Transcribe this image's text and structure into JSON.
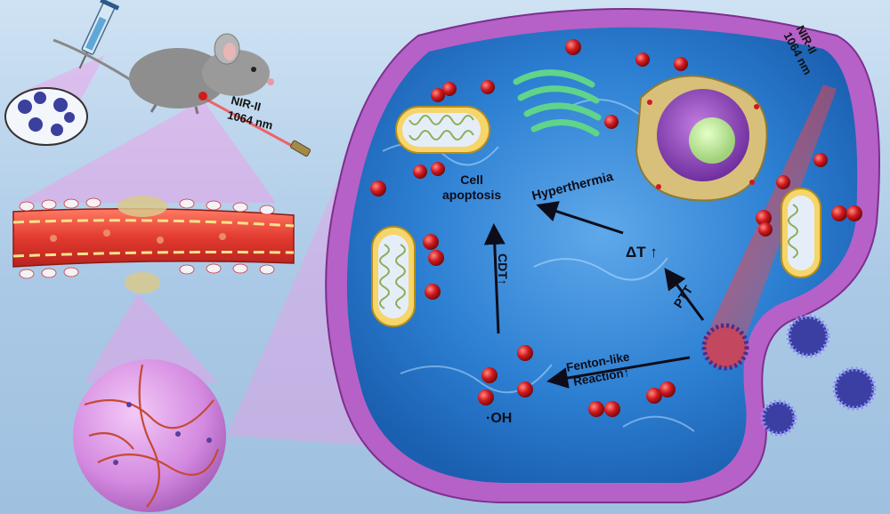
{
  "labels": {
    "mouse_nir_line1": "NIR-II",
    "mouse_nir_line2": "1064 nm",
    "cell_nir_line1": "NIR-II",
    "cell_nir_line2": "1064 nm",
    "apoptosis_line1": "Cell",
    "apoptosis_line2": "apoptosis",
    "hyperthermia": "Hyperthermia",
    "delta_t": "ΔT ↑",
    "cdt": "CDT↑",
    "ptt": "PTT",
    "fenton_line1": "Fenton-like",
    "fenton_line2": "Reaction↑",
    "hydroxyl": "·OH"
  },
  "colors": {
    "background": "#b7d2ec",
    "cell_membrane": "#b561c8",
    "cytoplasm": "#2f7fd0",
    "blood_vessel": "#e0403a",
    "tumor": "#d88ee3",
    "laser": "#ff3c3c",
    "radical": "#d0191f"
  },
  "icons": [
    "syringe-icon",
    "mouse-icon",
    "laser-probe-icon",
    "nanoparticle-icon",
    "mitochondrion-icon",
    "golgi-icon",
    "nucleus-icon"
  ]
}
